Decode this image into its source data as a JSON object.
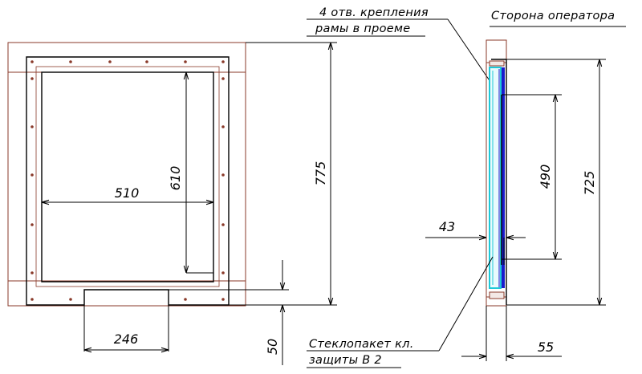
{
  "front_view": {
    "dim_width_inner": "510",
    "dim_height_inner": "610",
    "dim_height_overall": "775",
    "dim_tray_width": "246",
    "dim_tray_offset": "50"
  },
  "side_view": {
    "title": "Сторона оператора",
    "note_mounting_line1": "4  отв. крепления",
    "note_mounting_line2": "рамы в проеме",
    "note_glass_line1": "Стеклопакет кл.",
    "note_glass_line2": "защиты В 2",
    "dim_height_glass": "490",
    "dim_height_overall": "725",
    "dim_offset": "43",
    "dim_depth": "55"
  },
  "colors": {
    "frame": "#8a3a2a",
    "glass": "#1ec8d8",
    "panel": "#1a1acc",
    "line": "#000000"
  }
}
